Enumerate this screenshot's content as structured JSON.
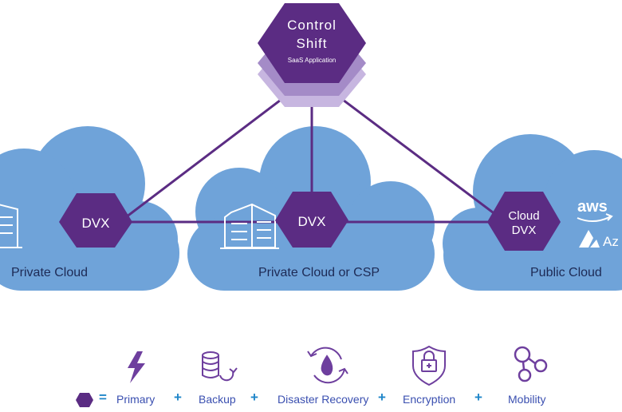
{
  "colors": {
    "cloud": "#6fa3d9",
    "hex_primary": "#5b2c83",
    "hex_shadow": "#a48bc7",
    "line": "#5b2c83",
    "legend_text": "#3a4fb0",
    "plus": "#1f86c9",
    "icon": "#6e3f9e"
  },
  "control": {
    "title_line1": "Control",
    "title_line2": "Shift",
    "subtitle": "SaaS Application"
  },
  "clouds": {
    "left": {
      "label": "Private Cloud",
      "node": "DVX"
    },
    "middle": {
      "label": "Private Cloud or CSP",
      "node": "DVX"
    },
    "right": {
      "label": "Public Cloud",
      "node_line1": "Cloud",
      "node_line2": "DVX",
      "logo_aws": "aws",
      "logo_azure": "Az"
    }
  },
  "legend": {
    "items": [
      {
        "label": "Primary",
        "icon": "lightning-icon"
      },
      {
        "label": "Backup",
        "icon": "database-backup-icon"
      },
      {
        "label": "Disaster Recovery",
        "icon": "disaster-recovery-icon"
      },
      {
        "label": "Encryption",
        "icon": "shield-lock-icon"
      },
      {
        "label": "Mobility",
        "icon": "mobility-nodes-icon"
      }
    ],
    "plus": "+",
    "equals": "="
  }
}
